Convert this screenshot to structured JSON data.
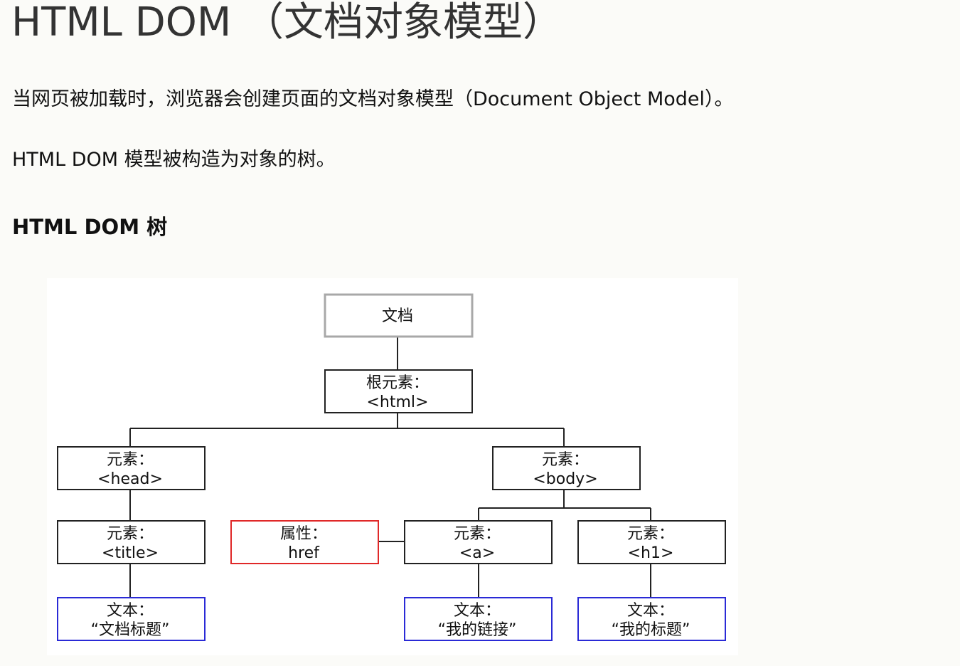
{
  "page": {
    "title": "HTML DOM （文档对象模型）",
    "paragraph1": "当网页被加载时，浏览器会创建页面的文档对象模型（Document Object Model）。",
    "paragraph2": "HTML DOM 模型被构造为对象的树。",
    "section_heading": "HTML DOM 树"
  },
  "diagram": {
    "nodes": {
      "document": {
        "line1": "文档",
        "line2": "",
        "kind": "document"
      },
      "root": {
        "line1": "根元素：",
        "line2": "<html>",
        "kind": "element"
      },
      "head": {
        "line1": "元素：",
        "line2": "<head>",
        "kind": "element"
      },
      "body": {
        "line1": "元素：",
        "line2": "<body>",
        "kind": "element"
      },
      "title": {
        "line1": "元素：",
        "line2": "<title>",
        "kind": "element"
      },
      "attribute": {
        "line1": "属性：",
        "line2": "href",
        "kind": "attribute"
      },
      "a": {
        "line1": "元素：",
        "line2": "<a>",
        "kind": "element"
      },
      "h1": {
        "line1": "元素：",
        "line2": "<h1>",
        "kind": "element"
      },
      "text_title": {
        "line1": "文本：",
        "line2": "“文档标题”",
        "kind": "text"
      },
      "text_link": {
        "line1": "文本：",
        "line2": "“我的链接”",
        "kind": "text"
      },
      "text_heading": {
        "line1": "文本：",
        "line2": "“我的标题”",
        "kind": "text"
      }
    },
    "colors": {
      "document_border": "#a8a8a8",
      "element_border": "#222222",
      "attribute_border": "#e02828",
      "text_border": "#2a2ad6"
    }
  }
}
